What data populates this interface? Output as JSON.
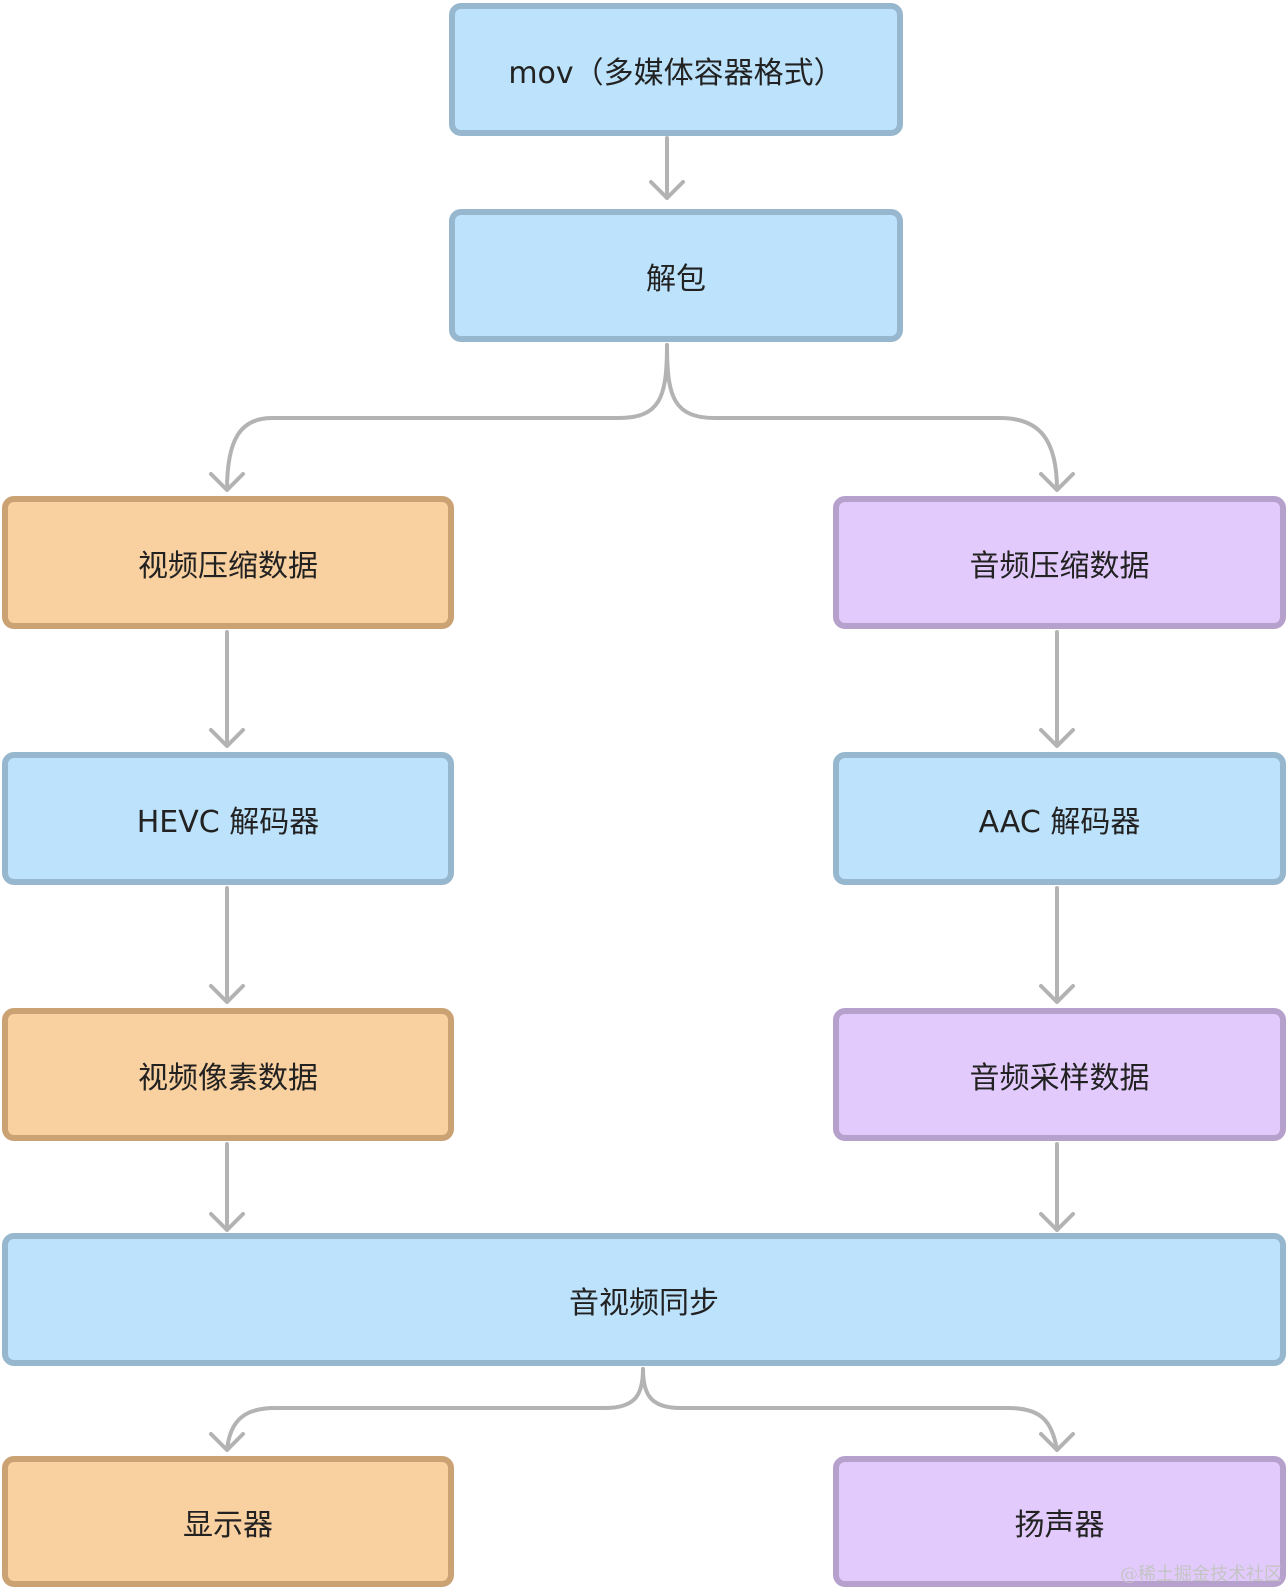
{
  "nodes": {
    "mov_container": "mov（多媒体容器格式）",
    "demux": "解包",
    "video_compressed": "视频压缩数据",
    "audio_compressed": "音频压缩数据",
    "hevc_decoder": "HEVC 解码器",
    "aac_decoder": "AAC 解码器",
    "video_pixels": "视频像素数据",
    "audio_samples": "音频采样数据",
    "av_sync": "音视频同步",
    "display": "显示器",
    "speaker": "扬声器"
  },
  "node_colors": {
    "blue_fill": "#bde3fc",
    "orange_fill": "#f9d09f",
    "purple_fill": "#e2cbfc",
    "connector": "#b3b3b3"
  },
  "edges": [
    {
      "from": "mov_container",
      "to": "demux"
    },
    {
      "from": "demux",
      "to": "video_compressed"
    },
    {
      "from": "demux",
      "to": "audio_compressed"
    },
    {
      "from": "video_compressed",
      "to": "hevc_decoder"
    },
    {
      "from": "audio_compressed",
      "to": "aac_decoder"
    },
    {
      "from": "hevc_decoder",
      "to": "video_pixels"
    },
    {
      "from": "aac_decoder",
      "to": "audio_samples"
    },
    {
      "from": "video_pixels",
      "to": "av_sync"
    },
    {
      "from": "audio_samples",
      "to": "av_sync"
    },
    {
      "from": "av_sync",
      "to": "display"
    },
    {
      "from": "av_sync",
      "to": "speaker"
    }
  ],
  "watermark": "@稀土掘金技术社区"
}
